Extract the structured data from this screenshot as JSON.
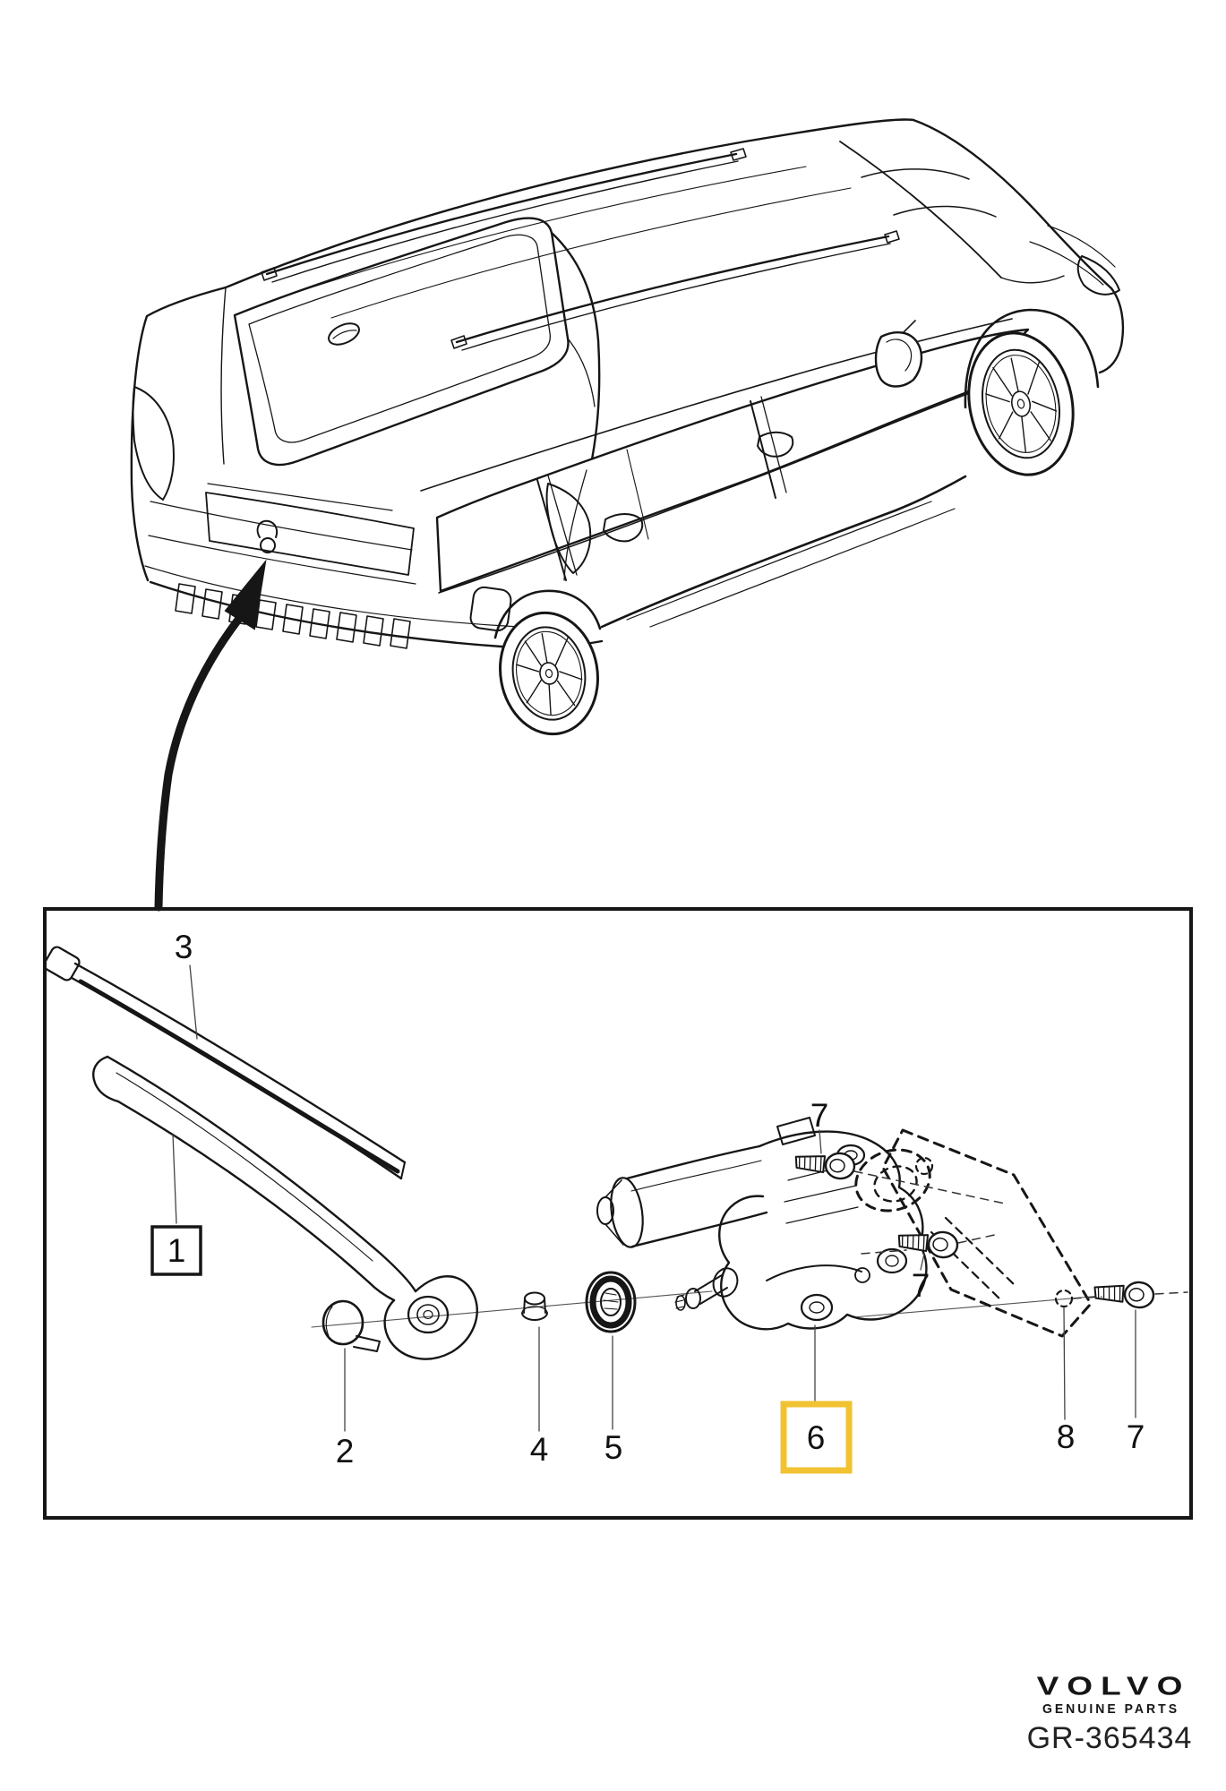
{
  "branding": {
    "brand": "VOLVO",
    "tagline": "GENUINE PARTS",
    "drawing_number": "GR-365434"
  },
  "diagram": {
    "line_color": "#161616",
    "highlight_color": "#F1C232",
    "callouts": {
      "c1": {
        "label": "1",
        "style": "boxed"
      },
      "c2": {
        "label": "2",
        "style": "plain"
      },
      "c3": {
        "label": "3",
        "style": "plain"
      },
      "c4": {
        "label": "4",
        "style": "plain"
      },
      "c5": {
        "label": "5",
        "style": "plain"
      },
      "c6": {
        "label": "6",
        "style": "boxed-highlighted"
      },
      "c7a": {
        "label": "7",
        "style": "plain"
      },
      "c7b": {
        "label": "7",
        "style": "plain"
      },
      "c7c": {
        "label": "7",
        "style": "plain"
      },
      "c8": {
        "label": "8",
        "style": "plain"
      }
    }
  }
}
